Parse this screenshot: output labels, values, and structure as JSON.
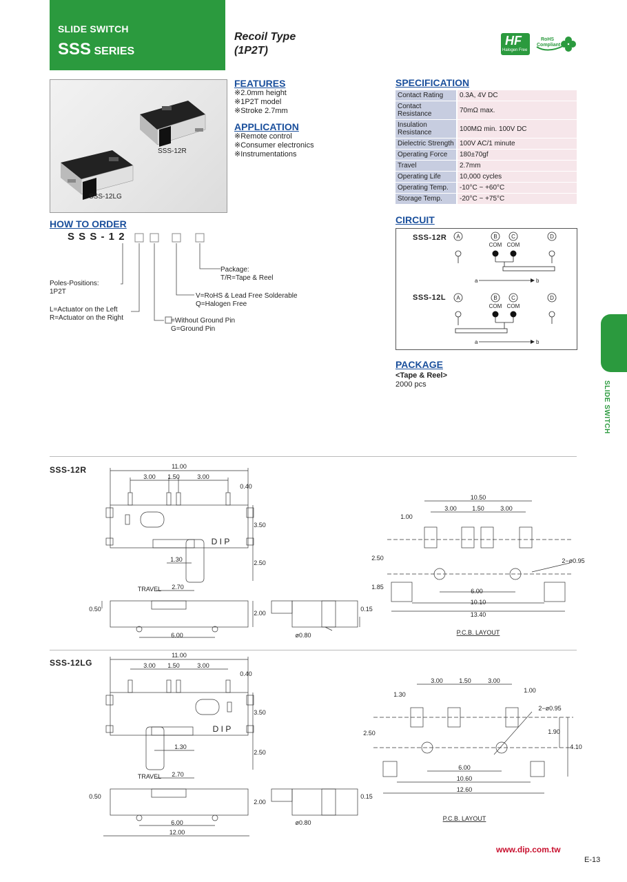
{
  "header": {
    "category": "SLIDE SWITCH",
    "series_main": "SSS",
    "series_suffix": " SERIES",
    "subtitle_line1": "Recoil Type",
    "subtitle_line2": "(1P2T)",
    "logo_hf_text": "HF",
    "logo_hf_sub": "Halogen Free",
    "logo_rohs_text": "RoHS",
    "logo_rohs_sub": "Compliant"
  },
  "photo": {
    "label_r": "SSS-12R",
    "label_lg": "SSS-12LG"
  },
  "features": {
    "title": "FEATURES",
    "items": [
      "※2.0mm height",
      "※1P2T model",
      "※Stroke 2.7mm"
    ]
  },
  "application": {
    "title": "APPLICATION",
    "items": [
      "※Remote control",
      "※Consumer electronics",
      "※Instrumentations"
    ]
  },
  "specification": {
    "title": "SPECIFICATION",
    "rows": [
      {
        "k": "Contact Rating",
        "v": "0.3A, 4V DC"
      },
      {
        "k": "Contact Resistance",
        "v": "70mΩ max."
      },
      {
        "k": "Insulation Resistance",
        "v": "100MΩ min. 100V DC"
      },
      {
        "k": "Dielectric Strength",
        "v": "100V AC/1 minute"
      },
      {
        "k": "Operating Force",
        "v": "180±70gf"
      },
      {
        "k": "Travel",
        "v": "2.7mm"
      },
      {
        "k": "Operating Life",
        "v": "10,000 cycles"
      },
      {
        "k": "Operating Temp.",
        "v": "-10°C ~ +60°C"
      },
      {
        "k": "Storage Temp.",
        "v": "-20°C ~ +75°C"
      }
    ]
  },
  "how_to_order": {
    "title": "HOW TO ORDER",
    "code": "S S S - 1 2",
    "package_title": "Package:",
    "package_value": "T/R=Tape & Reel",
    "poles_title": "Poles-Positions:",
    "poles_value": "1P2T",
    "rohs_line1": "V=RoHS & Lead Free Solderable",
    "rohs_line2": "Q=Halogen Free",
    "actuator_line1": "L=Actuator on the Left",
    "actuator_line2": "R=Actuator on the Right",
    "ground_line1": "=Without Ground Pin",
    "ground_line2": "G=Ground Pin"
  },
  "circuit": {
    "title": "CIRCUIT",
    "model_r": "SSS-12R",
    "model_l": "SSS-12L",
    "pins": [
      "A",
      "B",
      "C",
      "D"
    ],
    "com": "COM",
    "a": "a",
    "b": "b"
  },
  "package": {
    "title": "PACKAGE",
    "type": "<Tape & Reel>",
    "qty": "2000 pcs"
  },
  "side_tab": {
    "text": "SLIDE SWITCH"
  },
  "drawings": {
    "model_r": "SSS-12R",
    "model_lg": "SSS-12LG",
    "dim_11": "11.00",
    "dim_300": "3.00",
    "dim_150": "1.50",
    "dim_040": "0.40",
    "dim_350": "3.50",
    "dim_250": "2.50",
    "dim_130": "1.30",
    "dim_270": "2.70",
    "travel": "TRAVEL",
    "dip": "D I P",
    "dim_050": "0.50",
    "dim_200": "2.00",
    "dim_600": "6.00",
    "dim_015": "0.15",
    "dim_phi080": "ø0.80",
    "dim_1050": "10.50",
    "dim_100": "1.00",
    "dim_185": "1.85",
    "dim_1010": "10.10",
    "dim_1340": "13.40",
    "dim_2phi095": "2−ø0.95",
    "pcb_layout": "P.C.B. LAYOUT",
    "dim_1200": "12.00",
    "dim_1060": "10.60",
    "dim_1260": "12.60",
    "dim_190": "1.90",
    "dim_410": "4.10"
  },
  "footer": {
    "url": "www.dip.com.tw",
    "page": "E-13"
  },
  "colors": {
    "brand_green": "#2b9a3e",
    "title_blue": "#1a4f9c",
    "url_red": "#c8102e"
  }
}
